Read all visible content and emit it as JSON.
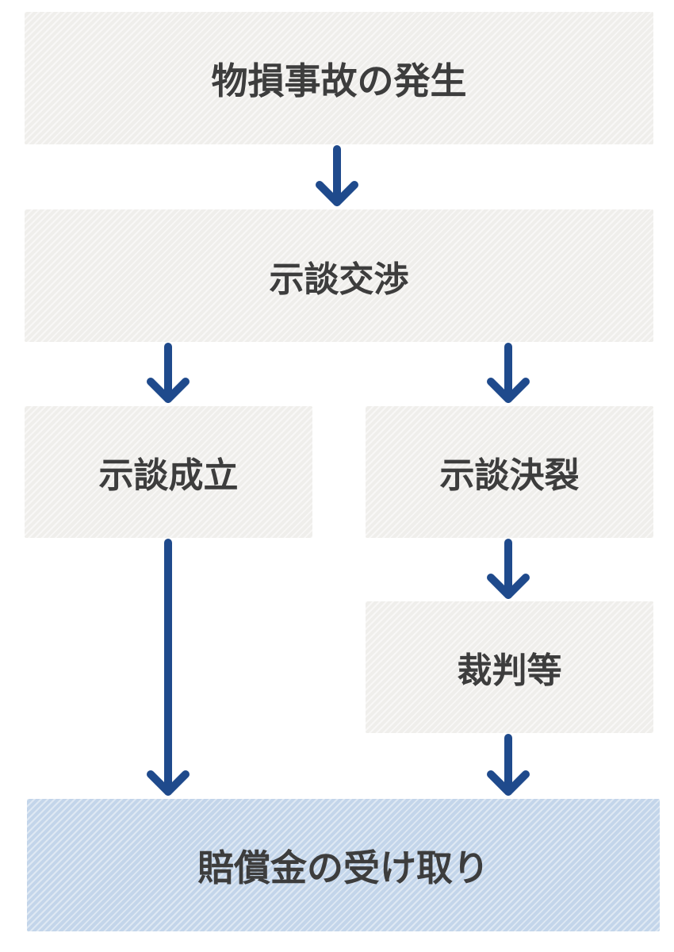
{
  "flowchart": {
    "nodes": {
      "accident": "物損事故の発生",
      "negotiation": "示談交渉",
      "settled": "示談成立",
      "failed": "示談決裂",
      "trial": "裁判等",
      "payment": "賠償金の受け取り"
    },
    "edges": [
      [
        "accident",
        "negotiation"
      ],
      [
        "negotiation",
        "settled"
      ],
      [
        "negotiation",
        "failed"
      ],
      [
        "settled",
        "payment"
      ],
      [
        "failed",
        "trial"
      ],
      [
        "trial",
        "payment"
      ]
    ],
    "colors": {
      "box_fill": "#efeeeb",
      "final_box_fill": "#c3d5ea",
      "text": "#3d3d3d",
      "arrow": "#1f4a8c"
    }
  }
}
